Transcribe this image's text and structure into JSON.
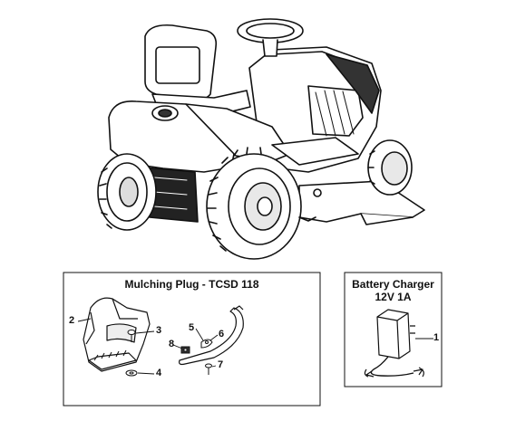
{
  "panels": {
    "mulching": {
      "title": "Mulching Plug - TCSD 118",
      "callouts": [
        "2",
        "3",
        "4",
        "5",
        "6",
        "7",
        "8"
      ]
    },
    "battery": {
      "title_line1": "Battery Charger",
      "title_line2": "12V 1A",
      "callouts": [
        "1"
      ]
    }
  }
}
